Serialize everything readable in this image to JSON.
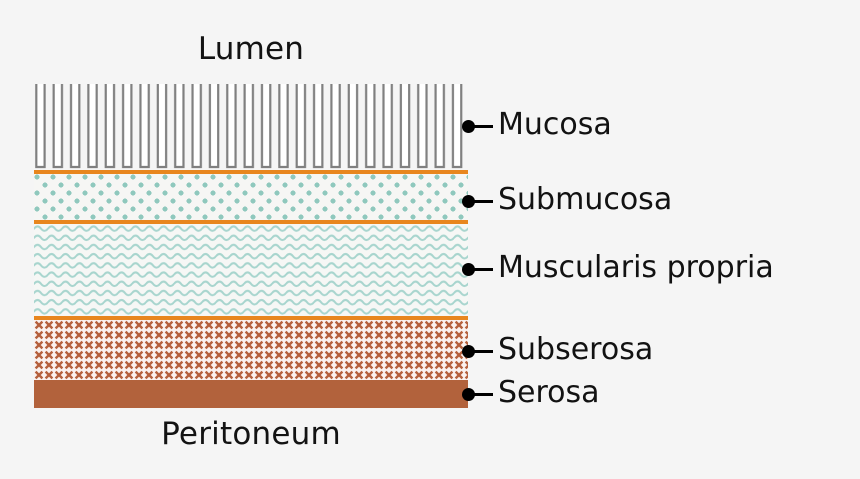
{
  "diagram": {
    "title_top": "Lumen",
    "title_bottom": "Peritoneum",
    "background_color": "#f5f5f5",
    "separator_color": "#e8861e",
    "layers": [
      {
        "key": "mucosa",
        "label": "Mucosa",
        "pattern": "villi-fingers",
        "pattern_color": "#808080",
        "fill_color": "#ffffff",
        "villi_count": 25
      },
      {
        "key": "submucosa",
        "label": "Submucosa",
        "pattern": "dots",
        "pattern_color": "#8fc8bd",
        "fill_color": "#f6f6f4"
      },
      {
        "key": "muscularis_propria",
        "label": "Muscularis propria",
        "pattern": "wavy-lines",
        "pattern_color": "#a8d5ce",
        "fill_color": "#f6f7f5"
      },
      {
        "key": "subserosa",
        "label": "Subserosa",
        "pattern": "cross-hatch-x",
        "pattern_color": "#b5603c",
        "fill_color": "#faf1ee"
      },
      {
        "key": "serosa",
        "label": "Serosa",
        "pattern": "solid",
        "pattern_color": "#b2623c",
        "fill_color": "#b2623c"
      }
    ]
  }
}
